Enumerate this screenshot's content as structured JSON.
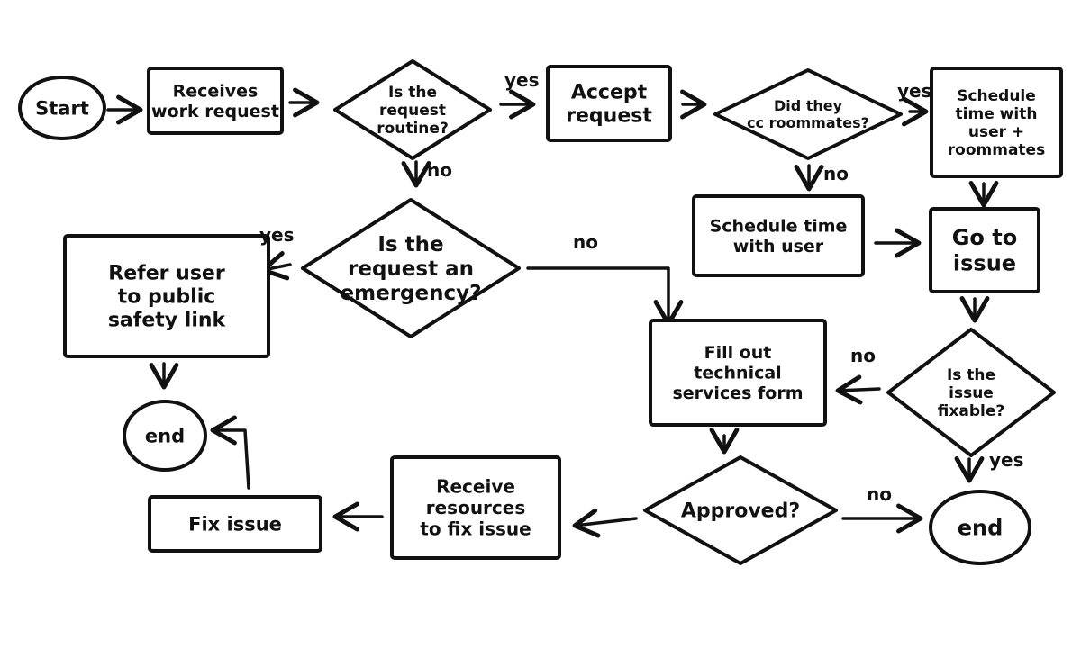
{
  "diagram": {
    "nodes": [
      {
        "id": "start",
        "shape": "oval",
        "lines": [
          "Start"
        ]
      },
      {
        "id": "receive",
        "shape": "rect",
        "lines": [
          "Receives",
          "work request"
        ]
      },
      {
        "id": "routine",
        "shape": "diamond",
        "lines": [
          "Is the",
          "request",
          "routine?"
        ]
      },
      {
        "id": "accept",
        "shape": "rect",
        "lines": [
          "Accept",
          "request"
        ]
      },
      {
        "id": "cc",
        "shape": "diamond",
        "lines": [
          "Did they",
          "cc roommates?"
        ]
      },
      {
        "id": "sched_both",
        "shape": "rect",
        "lines": [
          "Schedule",
          "time with",
          "user +",
          "roommates"
        ]
      },
      {
        "id": "sched_user",
        "shape": "rect",
        "lines": [
          "Schedule time",
          "with user"
        ]
      },
      {
        "id": "goto",
        "shape": "rect",
        "lines": [
          "Go to",
          "issue"
        ]
      },
      {
        "id": "emergency",
        "shape": "diamond",
        "lines": [
          "Is the",
          "request an",
          "emergency?"
        ]
      },
      {
        "id": "refer",
        "shape": "rect",
        "lines": [
          "Refer user",
          "to public",
          "safety link"
        ]
      },
      {
        "id": "end1",
        "shape": "oval",
        "lines": [
          "end"
        ]
      },
      {
        "id": "fill_form",
        "shape": "rect",
        "lines": [
          "Fill out",
          "technical",
          "services form"
        ]
      },
      {
        "id": "fixable",
        "shape": "diamond",
        "lines": [
          "Is the",
          "issue",
          "fixable?"
        ]
      },
      {
        "id": "approved",
        "shape": "diamond",
        "lines": [
          "Approved?"
        ]
      },
      {
        "id": "end2",
        "shape": "oval",
        "lines": [
          "end"
        ]
      },
      {
        "id": "resources",
        "shape": "rect",
        "lines": [
          "Receive",
          "resources",
          "to fix issue"
        ]
      },
      {
        "id": "fix",
        "shape": "rect",
        "lines": [
          "Fix issue"
        ]
      }
    ],
    "edges": [
      {
        "id": "start-receive",
        "label": ""
      },
      {
        "id": "receive-routine",
        "label": ""
      },
      {
        "id": "routine-accept",
        "label": "yes"
      },
      {
        "id": "routine-emergency",
        "label": "no"
      },
      {
        "id": "accept-cc",
        "label": ""
      },
      {
        "id": "cc-schedboth",
        "label": "yes"
      },
      {
        "id": "cc-scheduser",
        "label": "no"
      },
      {
        "id": "schedboth-goto",
        "label": ""
      },
      {
        "id": "scheduser-goto",
        "label": ""
      },
      {
        "id": "emergency-refer",
        "label": "yes"
      },
      {
        "id": "emergency-form",
        "label": "no"
      },
      {
        "id": "refer-end1",
        "label": ""
      },
      {
        "id": "goto-fixable",
        "label": ""
      },
      {
        "id": "fixable-form",
        "label": "no"
      },
      {
        "id": "fixable-end2",
        "label": "yes"
      },
      {
        "id": "form-approved",
        "label": ""
      },
      {
        "id": "approved-end2",
        "label": "no"
      },
      {
        "id": "approved-resources",
        "label": ""
      },
      {
        "id": "resources-fix",
        "label": ""
      },
      {
        "id": "fix-end1",
        "label": ""
      }
    ],
    "colors": {
      "ink": "#111111",
      "background": "#ffffff"
    }
  }
}
